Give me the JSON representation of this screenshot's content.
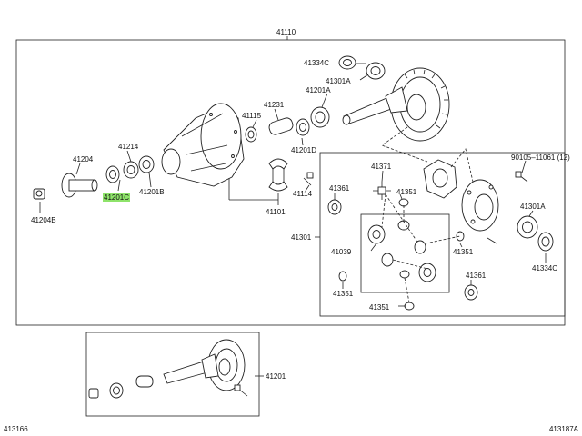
{
  "diagram": {
    "labels": {
      "main_assembly": "41110",
      "seal_41334c_top": "41334C",
      "bearing_41301a_top": "41301A",
      "bearing_41201a": "41201A",
      "spacer_41231": "41231",
      "washer_41115": "41115",
      "bearing_41201d": "41201D",
      "seal_41214": "41214",
      "flange_41204": "41204",
      "nut_41204b": "41204B",
      "bearing_41201c": "41201C",
      "bearing_41201b": "41201B",
      "retainer_41101": "41101",
      "bolt_41114": "41114",
      "spider_41371": "41371",
      "washer_41361_left": "41361",
      "washer_41351_top": "41351",
      "bolt_90105": "90105–11061 (12)",
      "bearing_41301a_right": "41301A",
      "seal_41334c_right": "41334C",
      "case_41301": "41301",
      "gear_kit_41039": "41039",
      "washer_41351_mid": "41351",
      "washer_41361_right": "41361",
      "washer_41351_lower": "41351",
      "washer_41351_bottom": "41351",
      "ring_pinion_41201": "41201"
    },
    "highlighted_part": "41201C",
    "footer": {
      "left_code": "413166",
      "right_code": "413187A"
    },
    "colors": {
      "highlight": "#8ee36a",
      "line": "#222222"
    }
  }
}
